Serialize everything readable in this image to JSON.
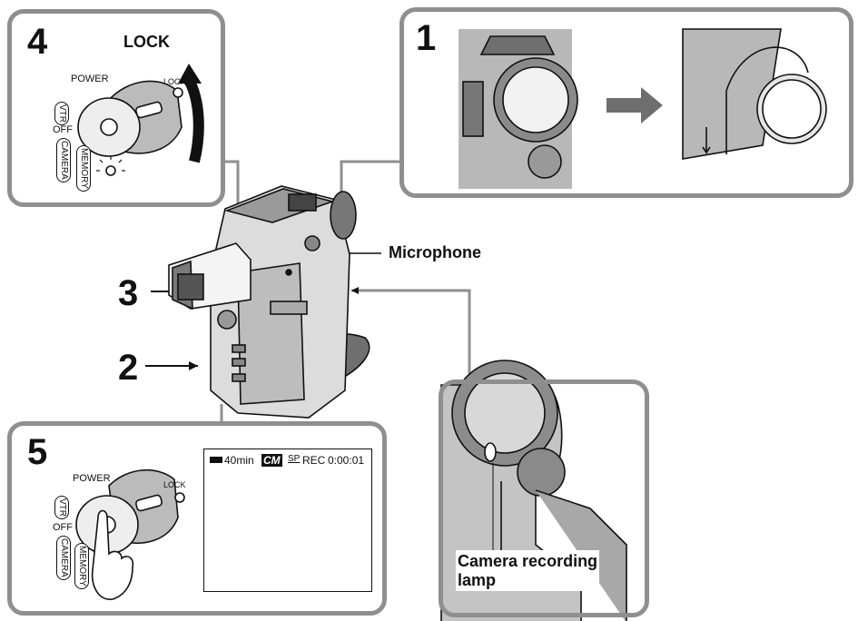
{
  "steps": {
    "s1": "1",
    "s2": "2",
    "s3": "3",
    "s4": "4",
    "s5": "5"
  },
  "labels": {
    "lock": "LOCK",
    "microphone": "Microphone",
    "camera_lamp": "Camera recording\nlamp"
  },
  "dial": {
    "power": "POWER",
    "vtr": "VTR",
    "off": "OFF",
    "camera": "CAMERA",
    "memory": "MEMORY",
    "lock_small": "LOCK"
  },
  "lcd": {
    "battery": "40min",
    "cassette": "CM",
    "mode": "SP",
    "status": "REC",
    "counter": "0:00:01"
  },
  "colors": {
    "panel_border": "#8f8f8f",
    "ink": "#111111",
    "shade": "#6a6a6a"
  }
}
